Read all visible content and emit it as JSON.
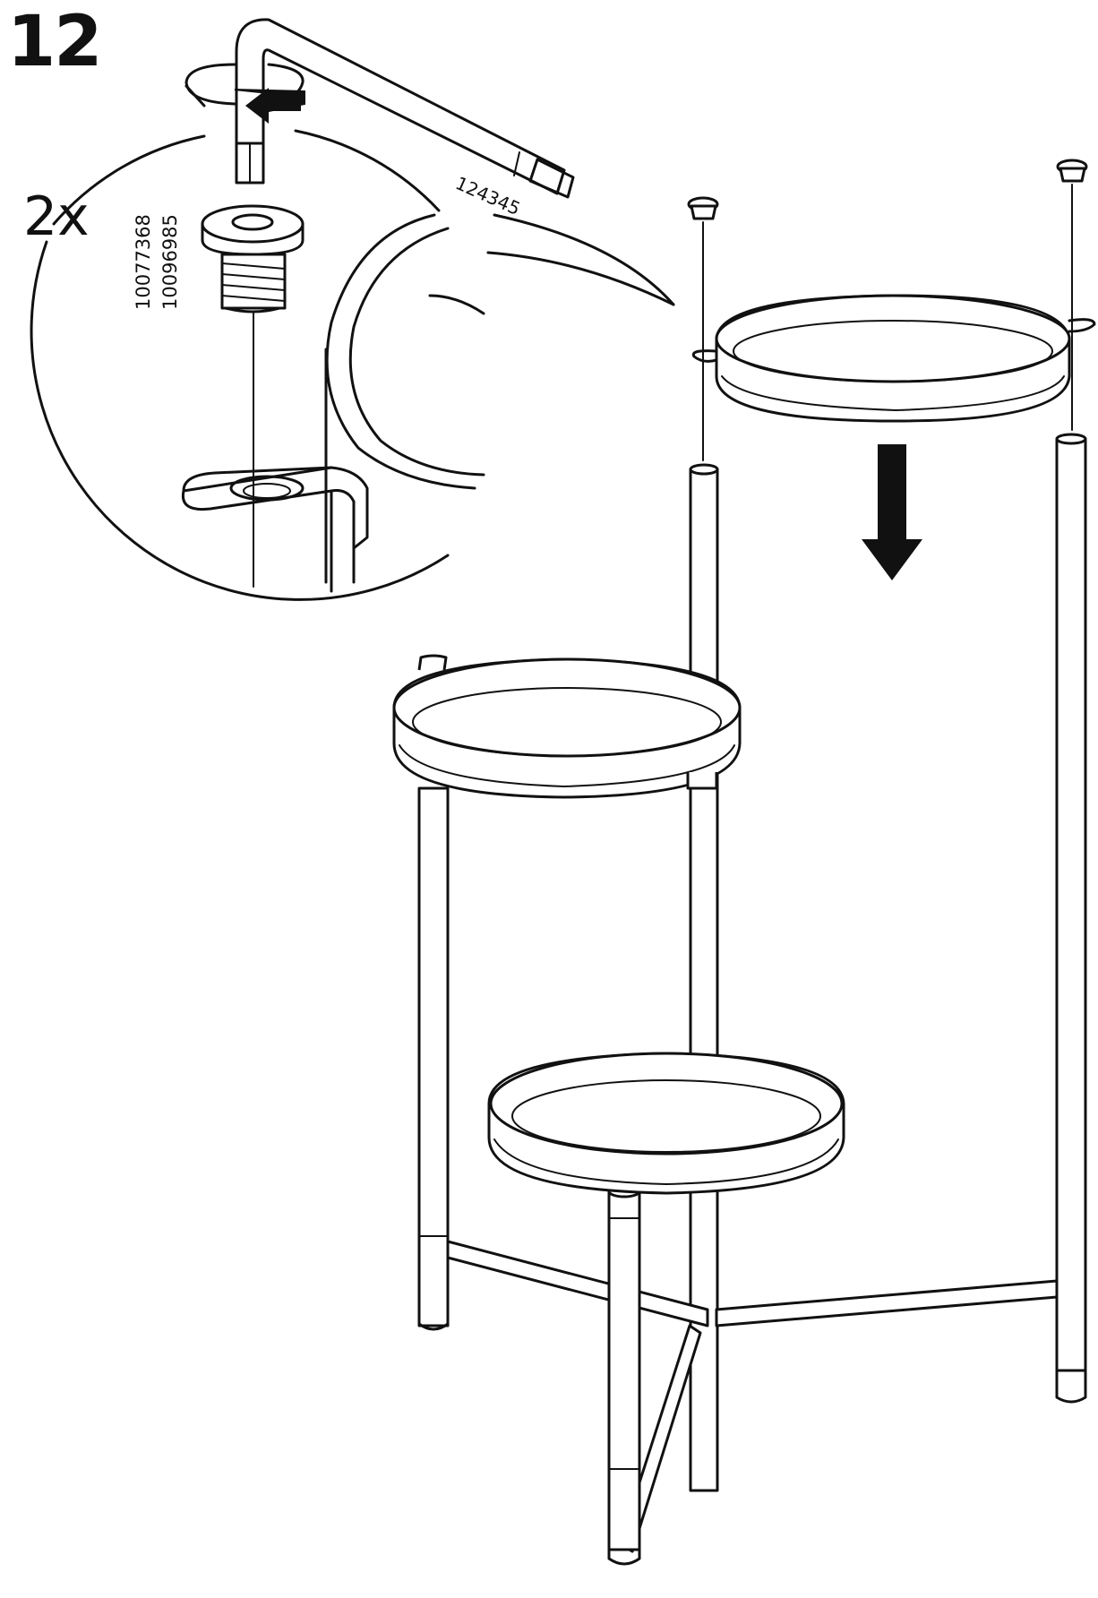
{
  "step": {
    "number": "12",
    "quantity": "2x"
  },
  "parts": {
    "screw_part_numbers": [
      "10077368",
      "10096985"
    ],
    "tool_number": "124345"
  },
  "icons": {
    "hex-key": "allen key tool",
    "rotation-arrow": "turn clockwise",
    "down-arrow": "place downward",
    "screw": "hex socket screw"
  }
}
